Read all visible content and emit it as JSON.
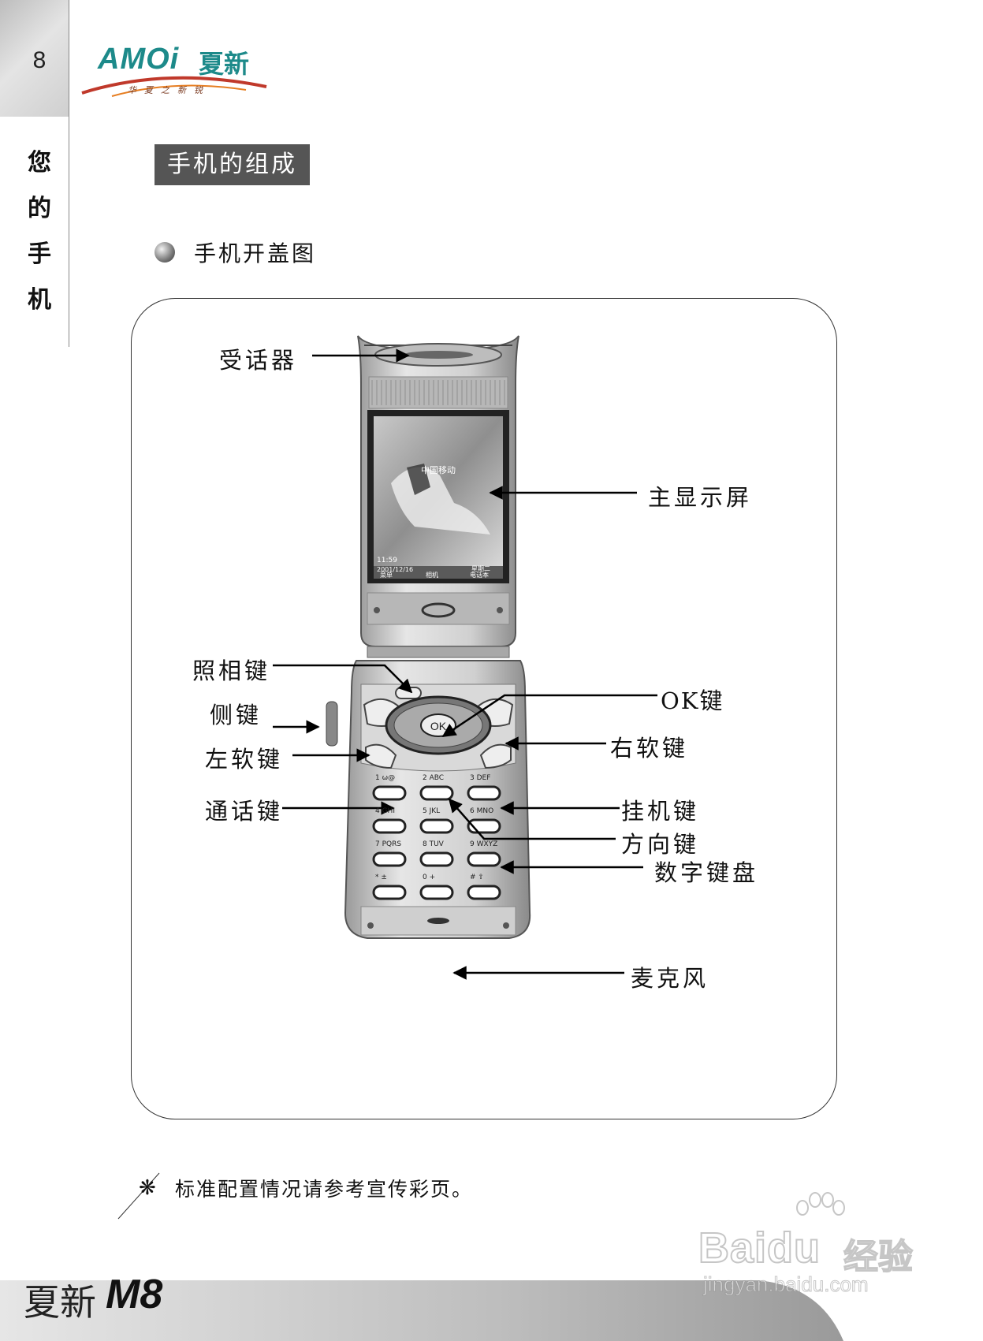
{
  "page_number": "8",
  "logo": {
    "brand": "AMOi",
    "brand_cn": "夏新",
    "slogan": "华夏之新锐"
  },
  "side_tab": [
    "您",
    "的",
    "手",
    "机"
  ],
  "section_title": "手机的组成",
  "subsection_title": "手机开盖图",
  "diagram_labels": {
    "receiver": "受话器",
    "main_display": "主显示屏",
    "camera_key": "照相键",
    "ok_key": "OK键",
    "side_key": "侧键",
    "right_soft_key": "右软键",
    "left_soft_key": "左软键",
    "call_key": "通话键",
    "end_key": "挂机键",
    "direction_key": "方向键",
    "keypad": "数字键盘",
    "microphone": "麦克风"
  },
  "phone_screen": {
    "carrier": "中国移动",
    "time": "11:59",
    "date": "2001/12/16",
    "weekday": "星期二",
    "softkeys": [
      "菜单",
      "相机",
      "电话本"
    ],
    "ok_label": "OK"
  },
  "keypad_keys": [
    [
      "1 ω@",
      "2 ABC",
      "3 DEF"
    ],
    [
      "4 GHI",
      "5 JKL",
      "6 MNO"
    ],
    [
      "7 PQRS",
      "8 TUV",
      "9 WXYZ"
    ],
    [
      "* ±",
      "0 +",
      "# ⇧"
    ]
  ],
  "note": "标准配置情况请参考宣传彩页。",
  "footer": {
    "title": "夏新",
    "model": "M8"
  },
  "watermark": {
    "brand": "Baidu",
    "brand_cn": "经验",
    "url": "jingyan.baidu.com"
  }
}
